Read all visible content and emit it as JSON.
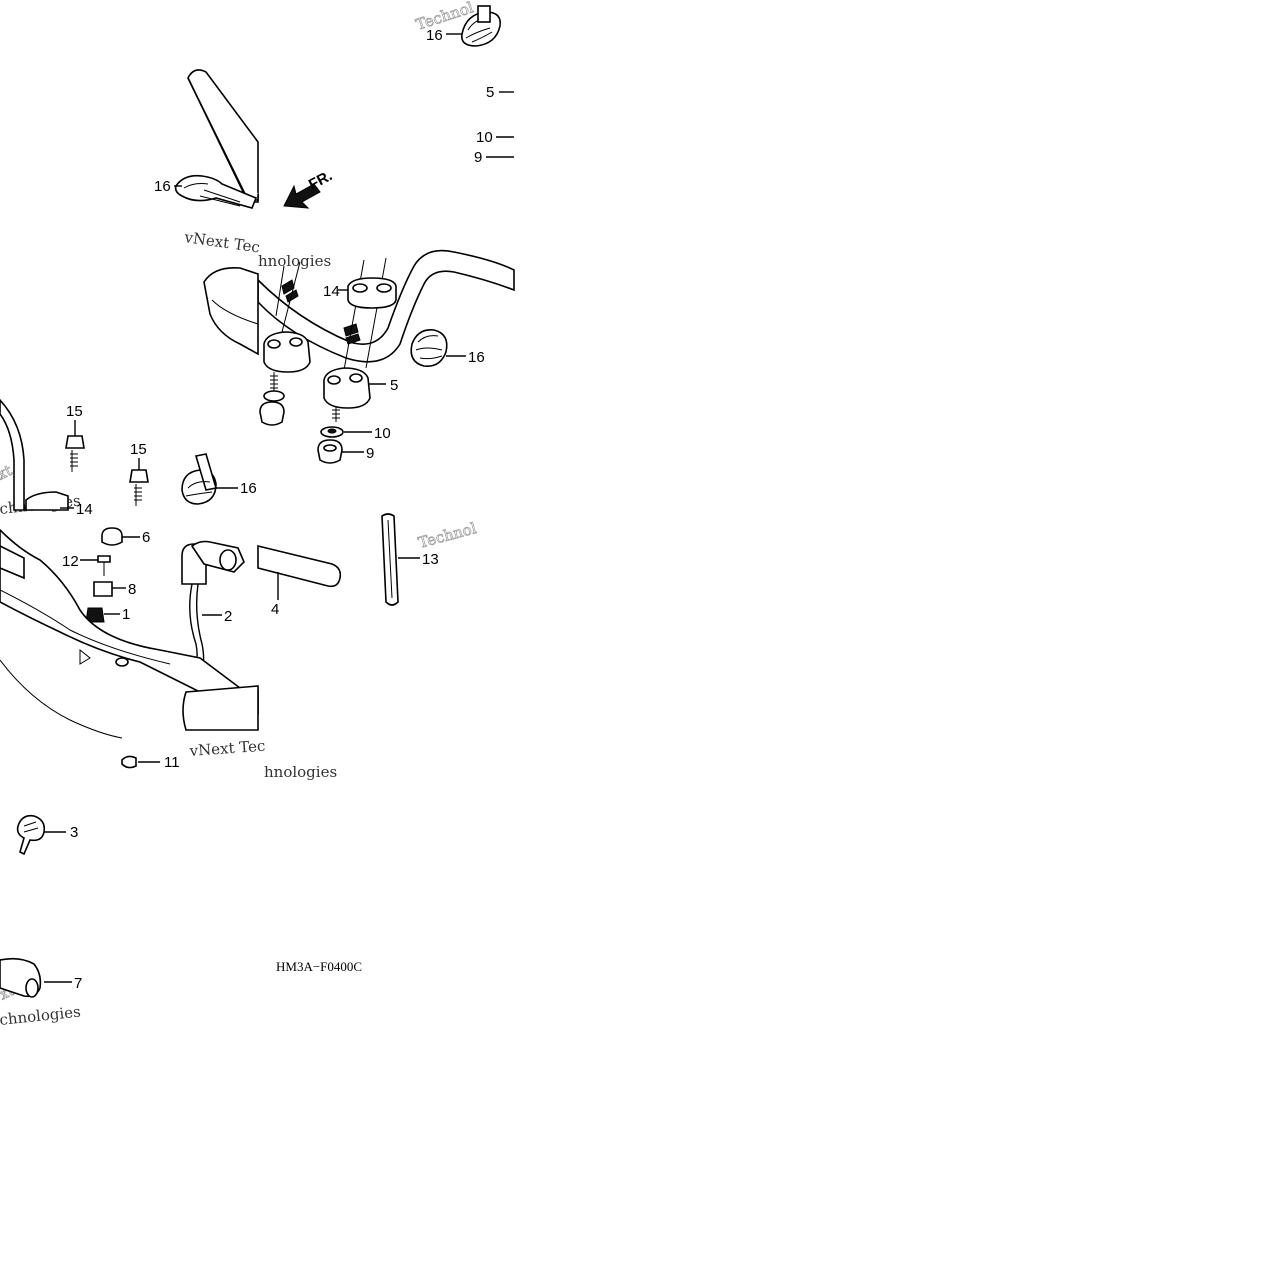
{
  "callouts": {
    "c16_top": "16",
    "c5_right": "5",
    "c10_right": "10",
    "c9_right": "9",
    "c16_left": "16",
    "c14_mid": "14",
    "c16_mid": "16",
    "c5_mid": "5",
    "c10_mid": "10",
    "c9_mid": "9",
    "c15_a": "15",
    "c15_b": "15",
    "c16_low": "16",
    "c14_low": "14",
    "c6": "6",
    "c12": "12",
    "c8": "8",
    "c1": "1",
    "c2": "2",
    "c4": "4",
    "c13": "13",
    "c11": "11",
    "c3": "3",
    "c7": "7"
  },
  "direction_label": "FR.",
  "diagram_code": "HM3A−F0400C",
  "watermarks": {
    "w1": "Technol",
    "w2": "vNext Tec",
    "w3": "hnologies",
    "w4": "xt",
    "w5": "chnologies",
    "w6": "Technol",
    "w7": "vNext Tec",
    "w8": "hnologies",
    "w9": "xt",
    "w10": "chnologies"
  }
}
